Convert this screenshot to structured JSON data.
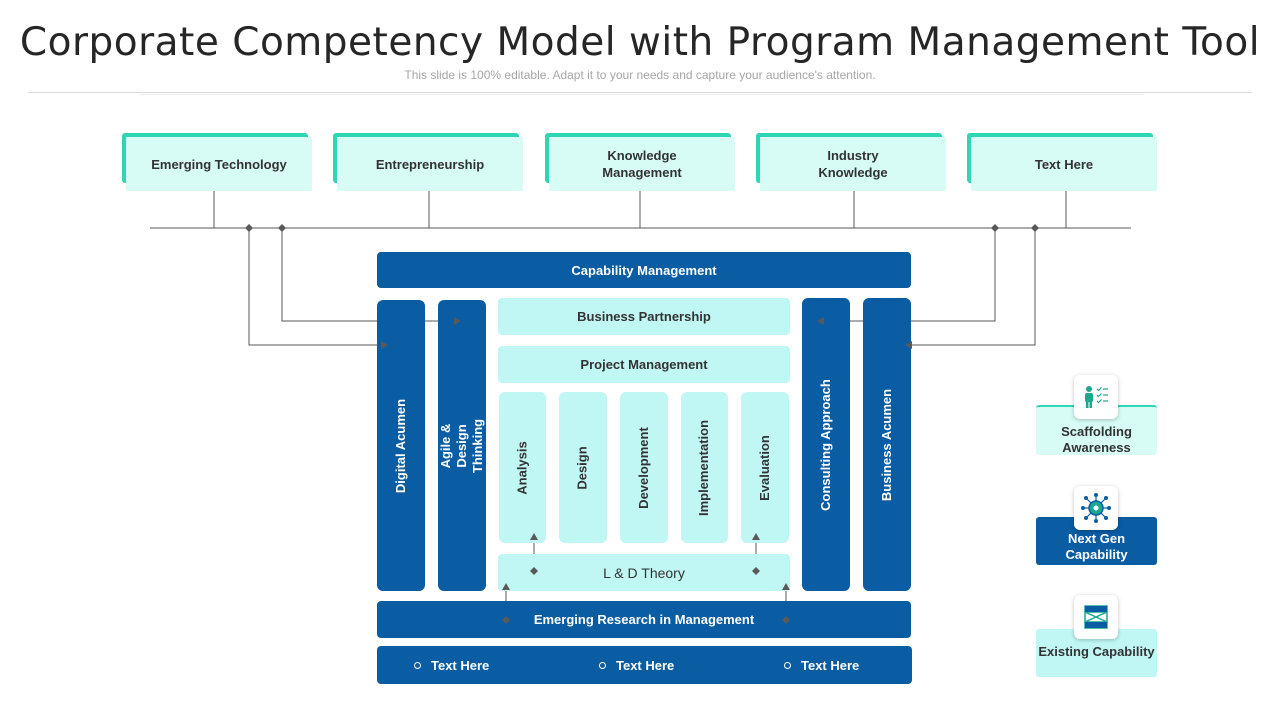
{
  "title": "Corporate Competency Model with Program Management Tool",
  "subtitle": "This slide is 100% editable. Adapt it to your needs and capture your audience's attention.",
  "top_boxes": [
    {
      "label": "Emerging Technology"
    },
    {
      "label": "Entrepreneurship"
    },
    {
      "label": "Knowledge Management"
    },
    {
      "label": "Industry Knowledge"
    },
    {
      "label": "Text Here"
    }
  ],
  "capability_management": "Capability Management",
  "left_columns": [
    "Digital Acumen",
    "Agile & Design Thinking"
  ],
  "right_columns": [
    "Consulting Approach",
    "Business Acumen"
  ],
  "center_rows": [
    "Business  Partnership",
    "Project Management"
  ],
  "phases": [
    "Analysis",
    "Design",
    "Development",
    "Implementation",
    "Evaluation"
  ],
  "ld_theory": "L & D Theory",
  "emerging_research": "Emerging Research in Management",
  "bottom_bullets": [
    "Text Here",
    "Text Here",
    "Text Here"
  ],
  "legend": [
    {
      "label": "Scaffolding Awareness",
      "icon": "person-checklist-icon"
    },
    {
      "label": "Next Gen Capability",
      "icon": "network-gear-icon"
    },
    {
      "label": "Existing Capability",
      "icon": "scaffold-frame-icon"
    }
  ],
  "colors": {
    "dark_blue": "#0a5ca3",
    "light_cyan": "#c0f7f4",
    "teal_accent": "#2ed6b4",
    "pale_mint": "#d7fbf5"
  }
}
